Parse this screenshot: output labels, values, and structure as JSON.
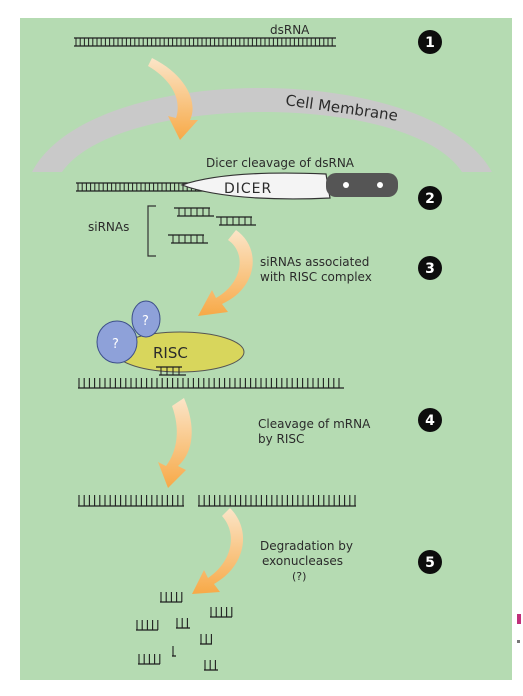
{
  "colors": {
    "panel": "#b5dbb2",
    "membrane": "#c9c9c9",
    "arrow_top": "#fbe5c8",
    "arrow_bottom": "#f7a947",
    "rna": "#1f1f1f",
    "step_circle": "#0d0d0d",
    "dicer_blade": "#f4f4f4",
    "dicer_handle": "#555555",
    "risc": "#d8d65c",
    "protein": "#8ea1d9",
    "edge_accent": "#c0307a"
  },
  "labels": {
    "dsrna": "dsRNA",
    "cell_membrane": "Cell Membrane",
    "dicer_cleavage": "Dicer cleavage of dsRNA",
    "dicer": "DICER",
    "sirnas": "siRNAs",
    "risc_assoc_line1": "siRNAs associated",
    "risc_assoc_line2": "with RISC complex",
    "unknown_protein": "?",
    "risc": "RISC",
    "cleavage_line1": "Cleavage of mRNA",
    "cleavage_line2": "by RISC",
    "degradation_line1": "Degradation by",
    "degradation_line2": "exonucleases",
    "degradation_line3": "(?)"
  },
  "steps": [
    "1",
    "2",
    "3",
    "4",
    "5"
  ]
}
